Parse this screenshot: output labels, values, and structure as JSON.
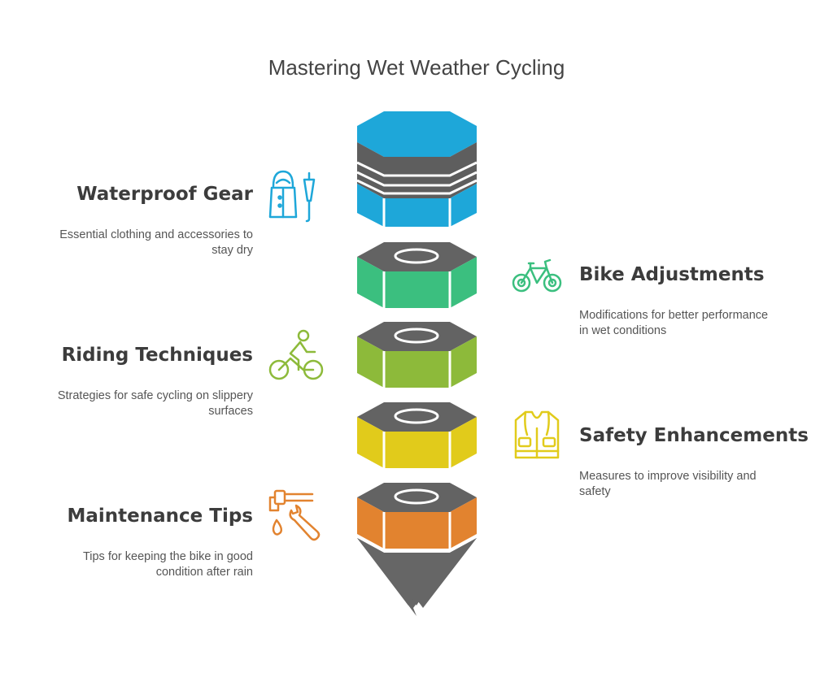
{
  "title": "Mastering Wet Weather Cycling",
  "items": [
    {
      "title": "Waterproof Gear",
      "description_lines": [
        "Essential clothing and accessories to",
        "stay dry"
      ],
      "color": "#1EA7D9",
      "icon": "raincoat-umbrella-icon",
      "side": "left"
    },
    {
      "title": "Bike Adjustments",
      "description_lines": [
        "Modifications for better performance",
        "in wet conditions"
      ],
      "color": "#3BBF7F",
      "icon": "bicycle-gear-icon",
      "side": "right"
    },
    {
      "title": "Riding Techniques",
      "description_lines": [
        "Strategies for safe cycling on slippery",
        "surfaces"
      ],
      "color": "#8DBA3A",
      "icon": "cyclist-icon",
      "side": "left"
    },
    {
      "title": "Safety Enhancements",
      "description_lines": [
        "Measures to improve visibility and",
        "safety"
      ],
      "color": "#E1CB1B",
      "icon": "safety-vest-icon",
      "side": "right"
    },
    {
      "title": "Maintenance Tips",
      "description_lines": [
        "Tips for keeping the bike in good",
        "condition after rain"
      ],
      "color": "#E2832F",
      "icon": "faucet-wrench-icon",
      "side": "left"
    }
  ],
  "colors": {
    "nut_top": "#636363",
    "tip": "#666666",
    "heading": "#3c3c3c",
    "text": "#555555"
  }
}
